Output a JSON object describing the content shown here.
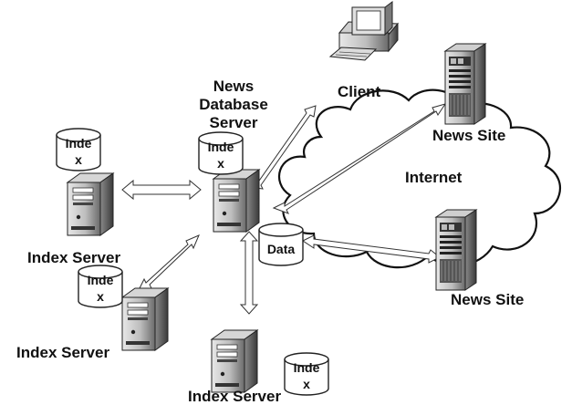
{
  "labels": {
    "client": "Client",
    "news_db_line1": "News",
    "news_db_line2": "Database",
    "news_db_line3": "Server",
    "news_site_1": "News Site",
    "internet": "Internet",
    "news_site_2": "News Site",
    "data": "Data",
    "index_server_1": "Index Server",
    "index_server_2": "Index Server",
    "index_server_3": "Index Server",
    "index_line1": "Inde",
    "index_line2": "x"
  },
  "icons": {
    "client": "desktop-computer-icon",
    "server": "tower-server-icon",
    "rack": "rack-server-icon",
    "cloud": "cloud-icon",
    "database": "database-cylinder-icon"
  }
}
